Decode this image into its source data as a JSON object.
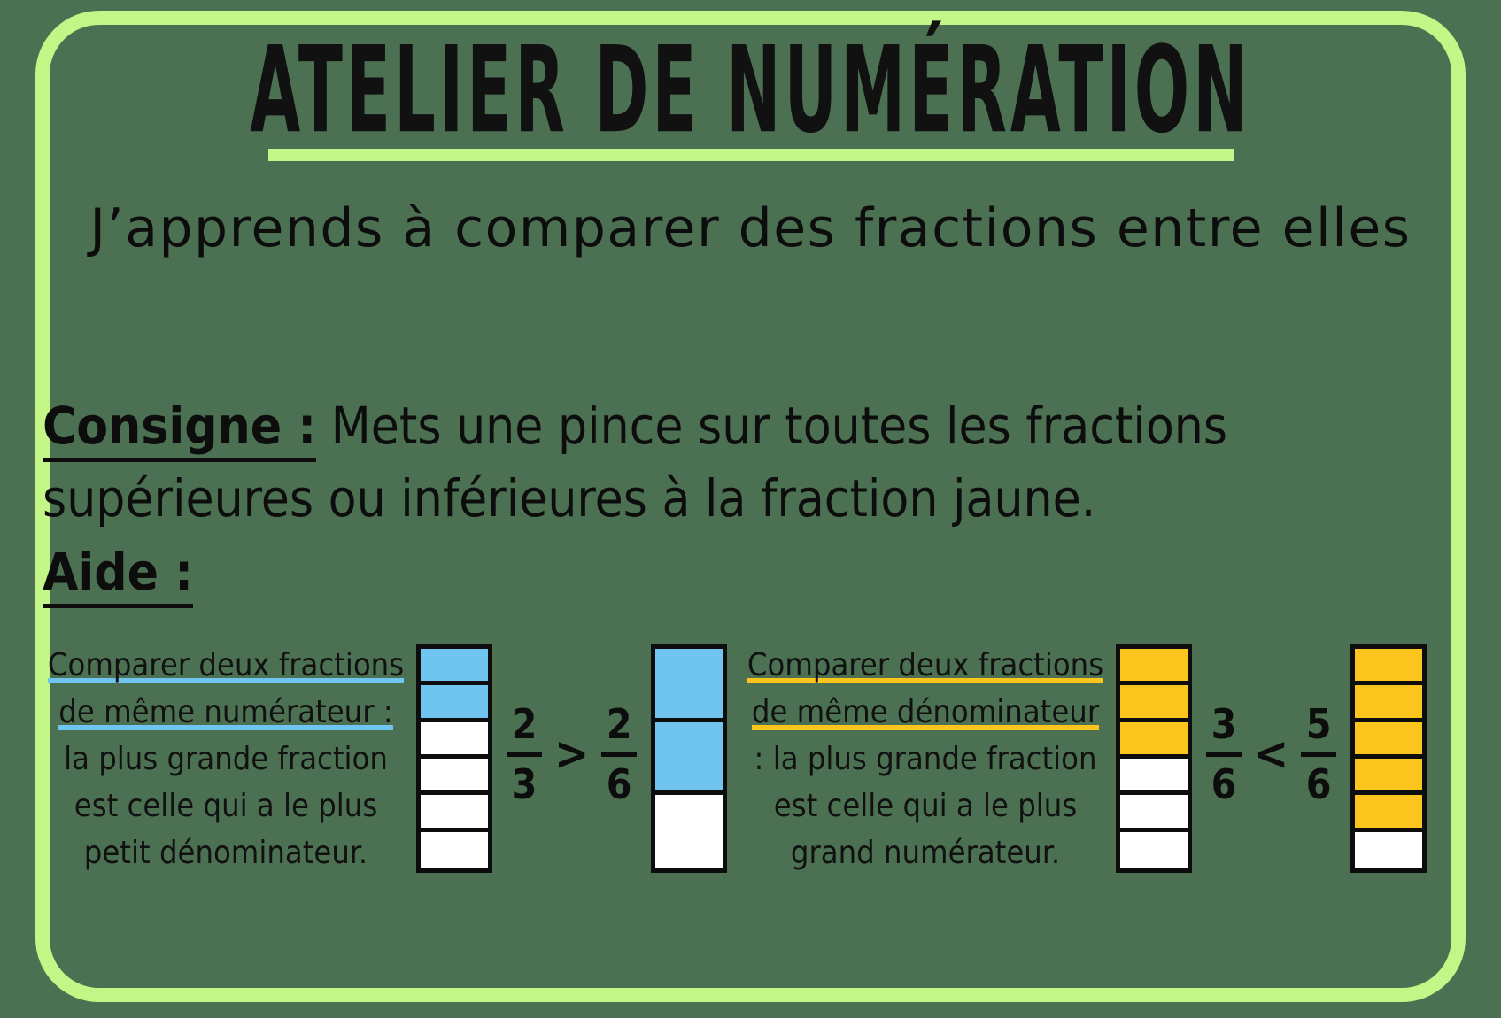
{
  "card": {
    "border_color": "#c4f587",
    "background_color": "#4c7152"
  },
  "header": {
    "title": "ATELIER DE NUMÉRATION",
    "subtitle": "J’apprends à comparer des fractions entre elles"
  },
  "instructions": {
    "consigne_label": "Consigne :",
    "consigne_text": " Mets une pince sur toutes les fractions supérieures ou inférieures à la fraction jaune.",
    "aide_label": "Aide :"
  },
  "help": {
    "numerateur": {
      "accent_color": "#6fc4f0",
      "lines": [
        {
          "text": "Comparer deux fractions",
          "underline": "blue"
        },
        {
          "text": "de même numérateur :",
          "underline": "blue"
        },
        {
          "text": "la plus grande fraction",
          "underline": "none"
        },
        {
          "text": "est celle qui a le plus",
          "underline": "none"
        },
        {
          "text": "petit dénominateur.",
          "underline": "none"
        }
      ],
      "left_bar": {
        "total": 6,
        "filled": 2
      },
      "right_bar": {
        "total": 3,
        "filled": 2
      },
      "left_fraction": {
        "numerator": "2",
        "denominator": "3"
      },
      "operator": ">",
      "right_fraction": {
        "numerator": "2",
        "denominator": "6"
      }
    },
    "denominateur": {
      "accent_color": "#fbc51d",
      "lines": [
        {
          "text": "Comparer deux fractions",
          "underline": "gold"
        },
        {
          "text": "de même dénominateur",
          "underline": "gold"
        },
        {
          "text": ": la plus grande fraction",
          "underline": "none"
        },
        {
          "text": "est celle qui a le plus",
          "underline": "none"
        },
        {
          "text": "grand numérateur.",
          "underline": "none"
        }
      ],
      "left_bar": {
        "total": 6,
        "filled": 3
      },
      "right_bar": {
        "total": 6,
        "filled": 5
      },
      "left_fraction": {
        "numerator": "3",
        "denominator": "6"
      },
      "operator": "<",
      "right_fraction": {
        "numerator": "5",
        "denominator": "6"
      }
    }
  }
}
